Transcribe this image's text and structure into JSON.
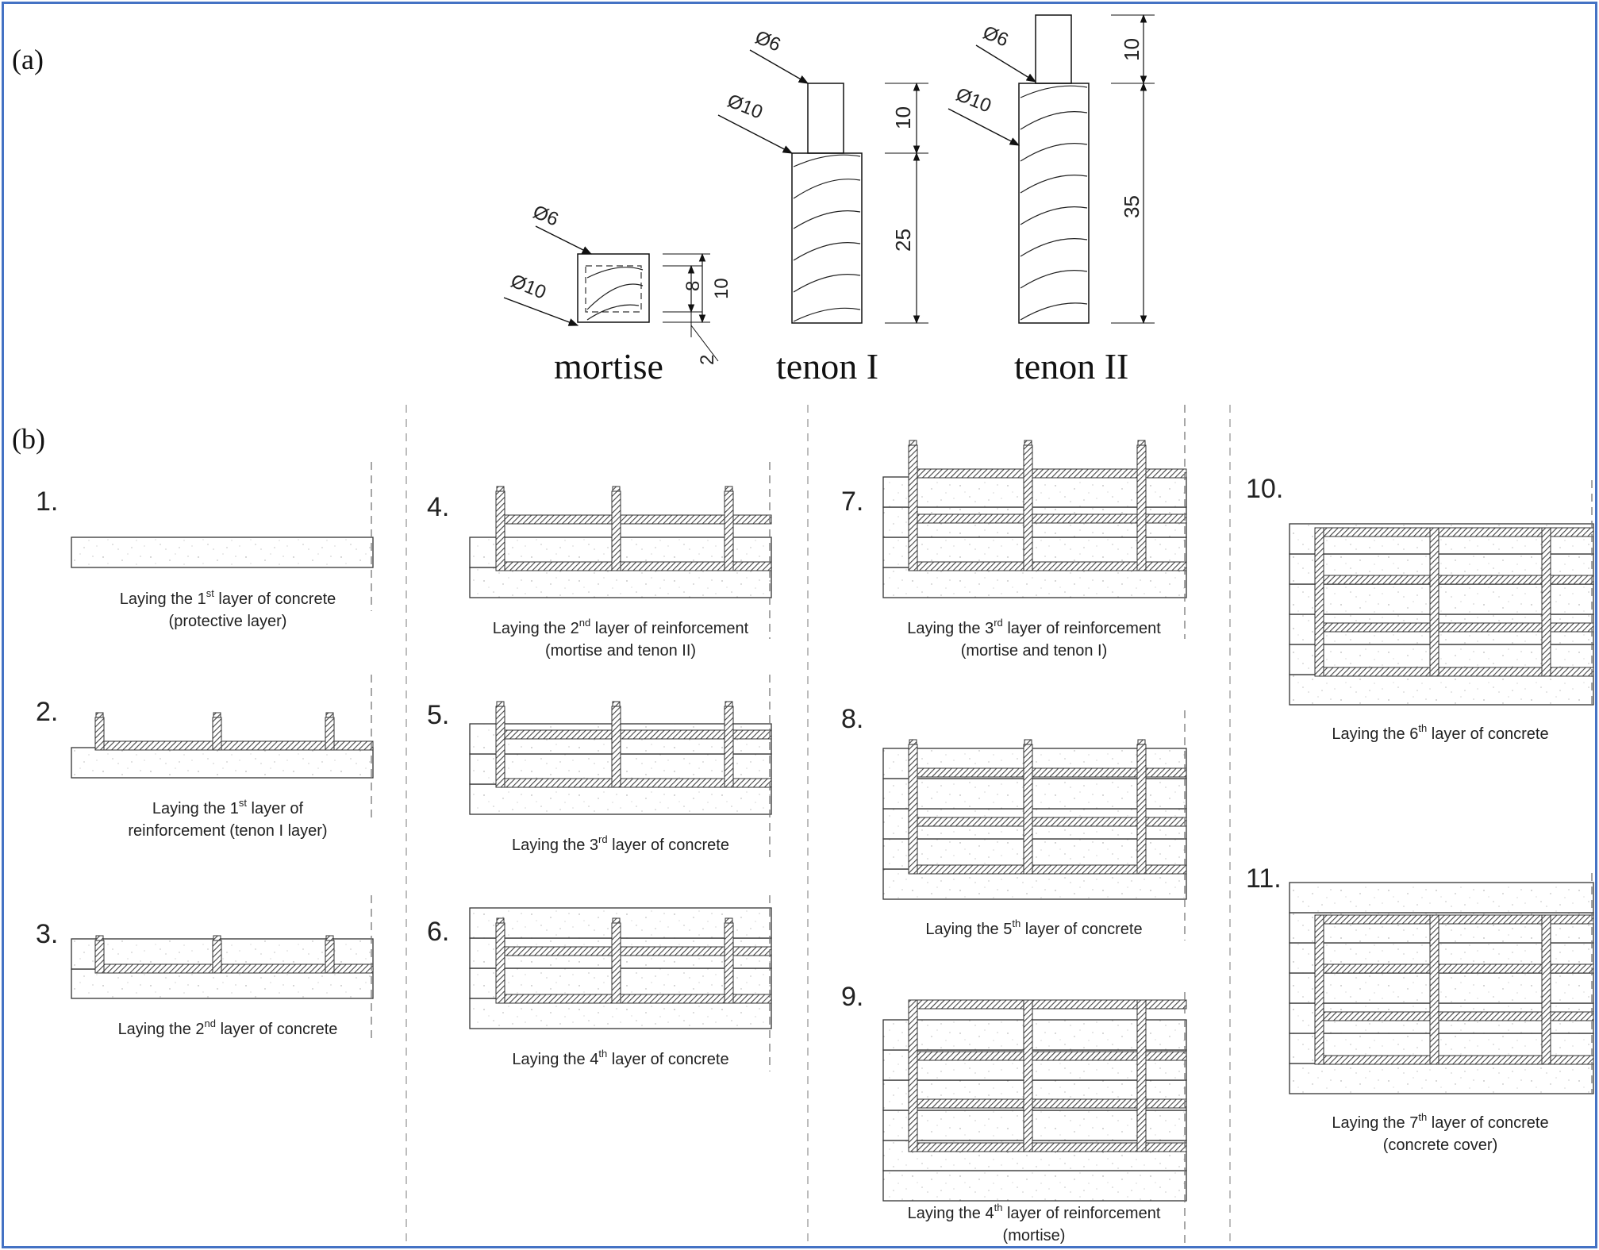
{
  "panel_a": {
    "label": "(a)",
    "mortise": {
      "name": "mortise",
      "d_small": "Ø6",
      "d_large": "Ø10",
      "dims": [
        "8",
        "10",
        "2"
      ]
    },
    "tenon1": {
      "name": "tenon I",
      "d_small": "Ø6",
      "d_large": "Ø10",
      "dims": [
        "10",
        "25"
      ]
    },
    "tenon2": {
      "name": "tenon II",
      "d_small": "Ø6",
      "d_large": "Ø10",
      "dims": [
        "10",
        "35"
      ]
    }
  },
  "panel_b": {
    "label": "(b)",
    "steps": [
      {
        "num": "1.",
        "line1_pre": "Laying the 1",
        "line1_sup": "st",
        "line1_post": " layer of concrete",
        "line2": "(protective layer)"
      },
      {
        "num": "2.",
        "line1_pre": "Laying the 1",
        "line1_sup": "st",
        "line1_post": " layer of",
        "line2": "reinforcement (tenon I layer)"
      },
      {
        "num": "3.",
        "line1_pre": "Laying the 2",
        "line1_sup": "nd",
        "line1_post": " layer of concrete",
        "line2": ""
      },
      {
        "num": "4.",
        "line1_pre": "Laying the 2",
        "line1_sup": "nd",
        "line1_post": " layer of reinforcement",
        "line2": "(mortise and tenon II)"
      },
      {
        "num": "5.",
        "line1_pre": "Laying the 3",
        "line1_sup": "rd",
        "line1_post": " layer of concrete",
        "line2": ""
      },
      {
        "num": "6.",
        "line1_pre": "Laying the 4",
        "line1_sup": "th",
        "line1_post": " layer of concrete",
        "line2": ""
      },
      {
        "num": "7.",
        "line1_pre": "Laying the 3",
        "line1_sup": "rd",
        "line1_post": " layer of reinforcement",
        "line2": "(mortise and tenon I)"
      },
      {
        "num": "8.",
        "line1_pre": "Laying the 5",
        "line1_sup": "th",
        "line1_post": " layer of concrete",
        "line2": ""
      },
      {
        "num": "9.",
        "line1_pre": "Laying the 4",
        "line1_sup": "th",
        "line1_post": " layer of reinforcement",
        "line2": "(mortise)"
      },
      {
        "num": "10.",
        "line1_pre": "Laying the 6",
        "line1_sup": "th",
        "line1_post": " layer of concrete",
        "line2": ""
      },
      {
        "num": "11.",
        "line1_pre": "Laying the 7",
        "line1_sup": "th",
        "line1_post": " layer of concrete",
        "line2": "(concrete cover)"
      }
    ]
  }
}
